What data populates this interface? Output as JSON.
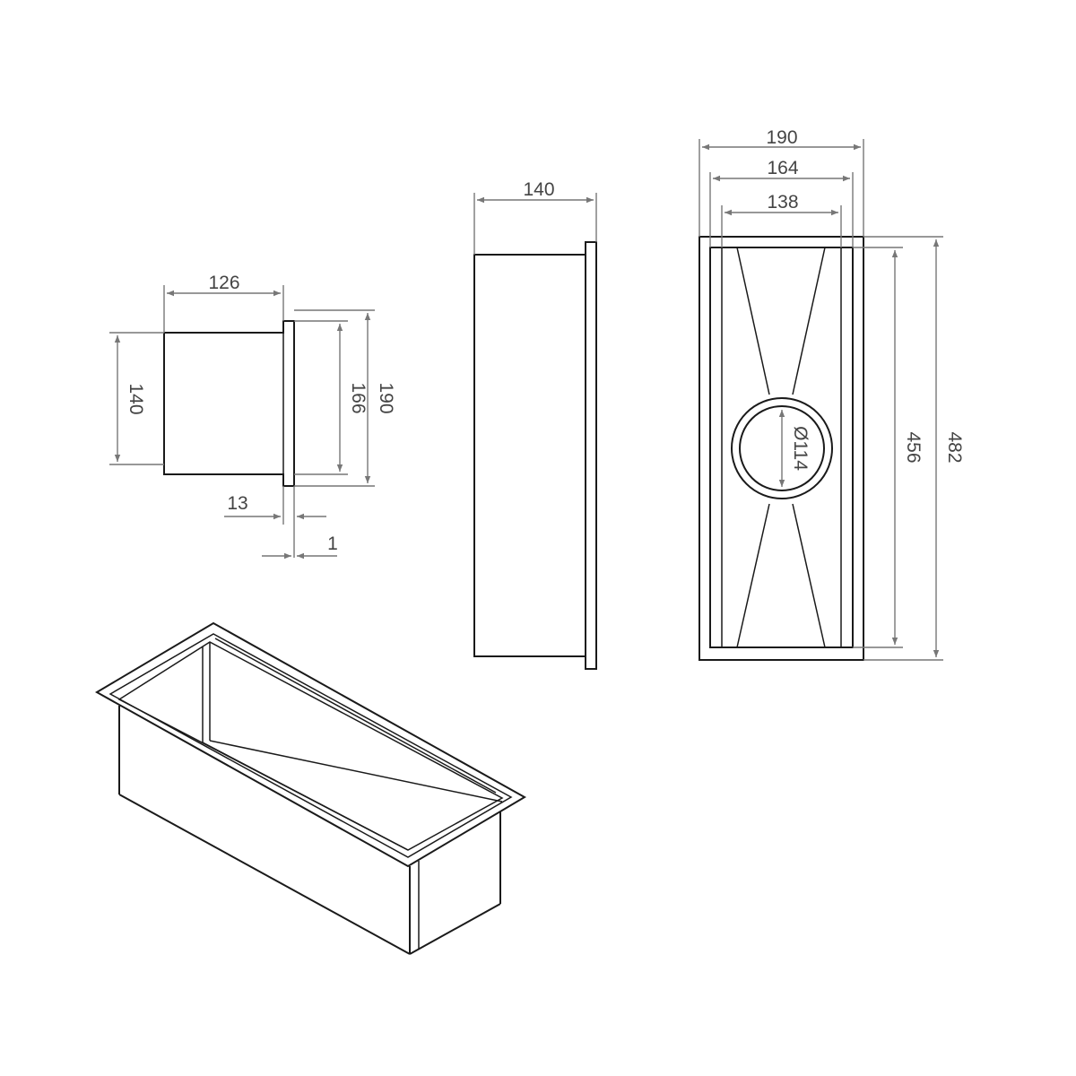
{
  "drawing": {
    "colors": {
      "line": "#1a1a1a",
      "dimension": "#777777",
      "text": "#444444",
      "background": "#ffffff"
    },
    "side_view": {
      "dims": {
        "top_width": "126",
        "body_height": "140",
        "flange_inner_height": "166",
        "flange_outer_height": "190",
        "flange_gap": "13",
        "flange_thickness": "1"
      }
    },
    "front_view": {
      "dims": {
        "depth": "140"
      }
    },
    "top_view": {
      "dims": {
        "outer_width": "190",
        "mid_width": "164",
        "inner_width": "138",
        "inner_length": "456",
        "outer_length": "482",
        "drain_diameter": "Ø114"
      }
    },
    "isometric_view": {
      "label": ""
    }
  }
}
